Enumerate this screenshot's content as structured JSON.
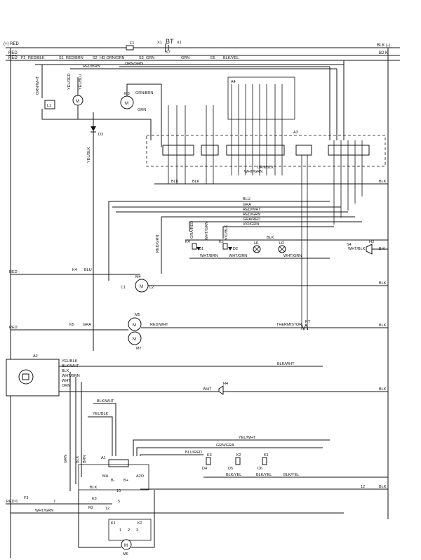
{
  "rails": {
    "left_top": "(+) RED",
    "right_top": "BLK (-)",
    "red2": "RED",
    "e2_right": "B2 K",
    "red_left": "RED"
  },
  "fuse": {
    "f1": "F1",
    "bt": "BT",
    "x1a": "X1",
    "x1b": "X1",
    "k7": "K7",
    "grn": "GRN"
  },
  "top_switches": {
    "f2": "F2",
    "f2_wire": "RED/BLK",
    "s1": "S1",
    "s1_wire": "RED/BRN",
    "s2": "S2",
    "s2_wire": "HD ORN/GRN",
    "s3": "S3",
    "s3_wire": "GRN",
    "e5": "E5",
    "e5_wire": "BLK/YEL",
    "red_brn": "RED/BRN",
    "orn_grn": "ORN/GRN"
  },
  "left_loads": {
    "orn_wht": "ORN/WHT",
    "l1": "L1",
    "yel_red": "YEL/RED",
    "yel_blu": "YEL/BLU",
    "m3": "M3",
    "m3_wire": "GRN/BRN",
    "grn": "GRN",
    "d3": "D3",
    "yel_blk": "YEL/BLK"
  },
  "module": {
    "a3": "A3",
    "a4": "A4",
    "blk1": "BLK",
    "blk2": "BLK",
    "wht_grn": "WHT/GRN",
    "orn_blk": "ORN/BLK",
    "blk_r": "BLK"
  },
  "bus": {
    "blu": "BLU",
    "gra": "GRA",
    "red_wht": "RED/WHT",
    "red_grn": "RED/GRN",
    "gra_red": "GRA/RED",
    "vio_grn": "VIO/GRN",
    "red_grn_v": "RED/GRN"
  },
  "indicators": {
    "gra_red": "GRA/RED",
    "wht_grn": "WHT/GRN",
    "vio_blk": "VIO/BLK",
    "k4": "K4",
    "d1": "D1",
    "k5": "K5",
    "d2": "D2",
    "h1": "H1",
    "h2": "H2",
    "blk": "BLK",
    "wht_brn": "WHT/BRN",
    "wht_grn2": "WHT/GRN",
    "wht_grn3": "WHT/GRN",
    "s4": "S4",
    "s4_wire": "WHT/BLK",
    "h3": "H3",
    "bk": "B K"
  },
  "fan": {
    "red": "RED",
    "k4": "K4",
    "blu": "BLU",
    "m4": "M4",
    "c1": "C1",
    "c2": "C2",
    "blk": "BLK"
  },
  "m5m7": {
    "red": "RED",
    "k5": "K5",
    "gra": "GRA",
    "m5": "M5",
    "m7": "M7",
    "red_wht": "RED/WHT",
    "thermistor": "THERMISTOR",
    "rt": "RT",
    "blk": "BLK"
  },
  "timer": {
    "a2": "A2",
    "yel_blk": "YEL/BLK",
    "blk_wht": "BLK/WHT",
    "blk": "BLK",
    "wht_brn": "WHT/BRN",
    "wht": "WHT",
    "orn": "ORN",
    "blk_wht2": "BLK/WHT",
    "h4_wire": "WHT",
    "h4": "H4",
    "blk2": "BLK"
  },
  "lower": {
    "blk_wht": "BLK/WHT",
    "yel_blk": "YEL/BLK",
    "yel_wht": "YEL/WHT",
    "grn_gra": "GRN/GRA",
    "blu_red": "BLU/RED",
    "grn": "GRN",
    "blk": "BLK",
    "brn": "BRN",
    "a1": "A1",
    "k3": "K3",
    "k2": "K2",
    "k1": "K1",
    "d4": "D4",
    "d5": "D5",
    "d6": "D6",
    "blk_yel1": "BLK/YEL",
    "blk_yel2": "BLK/YEL",
    "blk_yel3": "BLK/YEL",
    "ma": "MA",
    "b": "B-",
    "bplus": "B+",
    "a2o": "A2O",
    "blk3": "BLK",
    "n10": "10",
    "n12": "12",
    "blk4": "BLK"
  },
  "bottom": {
    "red6": "RED 6",
    "f3": "F3",
    "n7": "7",
    "k3": "K3",
    "r2": "R2",
    "n5": "5",
    "n12": "12",
    "wht_grn": "WHT/GRN",
    "k1": "K1",
    "k2": "K2",
    "m6": "M6",
    "n1": "1",
    "n2": "2",
    "n3": "3"
  }
}
